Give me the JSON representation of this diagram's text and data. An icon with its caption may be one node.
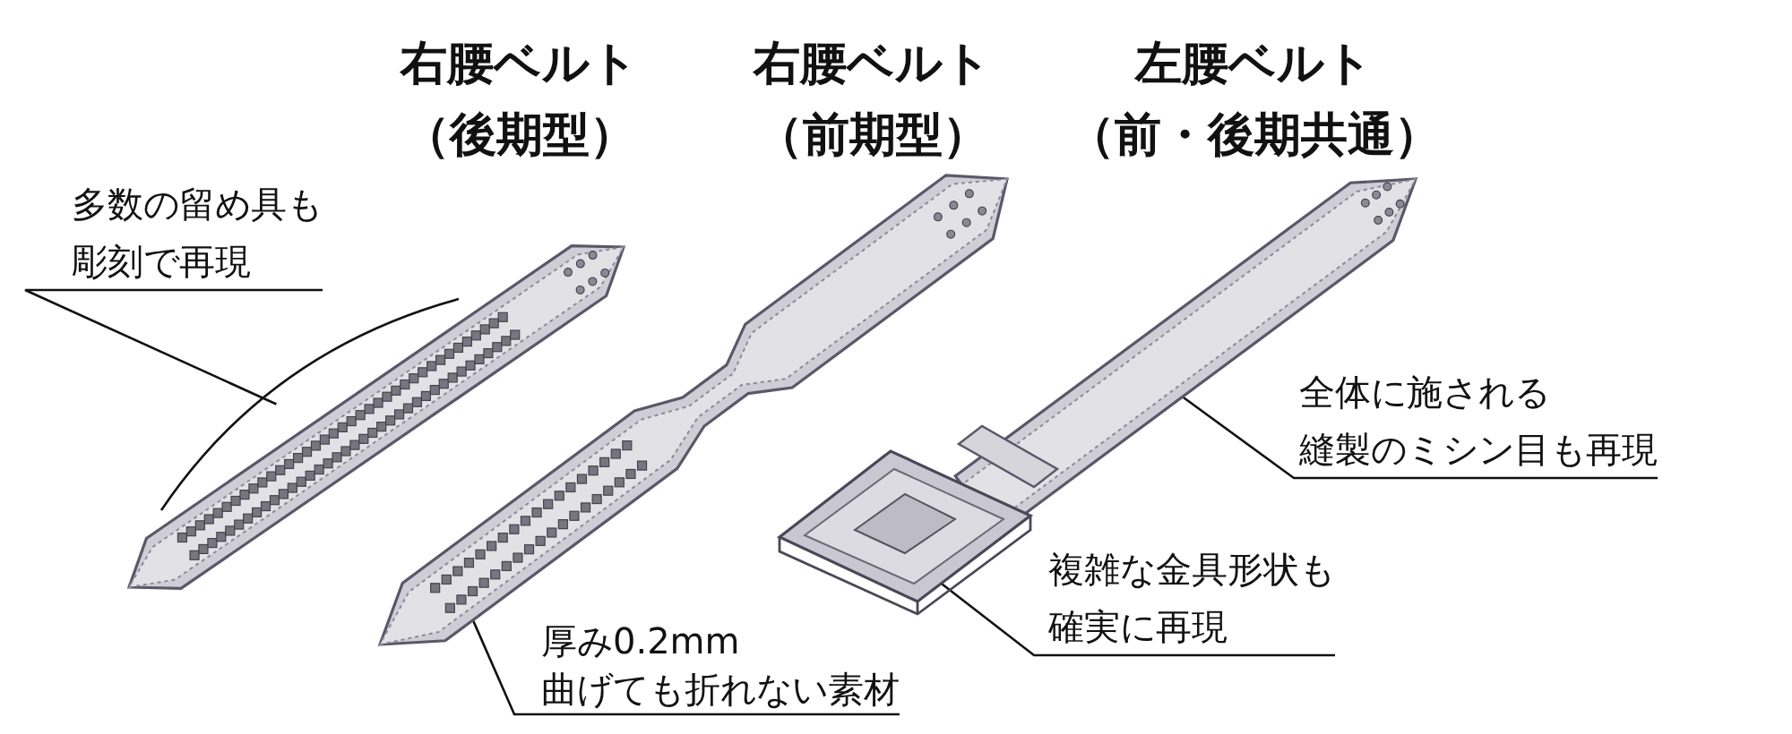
{
  "diagram": {
    "nodes": [
      {
        "text": [],
        "shape": "picture"
      },
      {
        "text": [],
        "shape": "picture"
      },
      {
        "text": [],
        "shape": "picture"
      },
      {
        "text": [
          "多数の留め具も彫刻で再現"
        ]
      },
      {
        "text": [
          "全体に施される縫製のミシン目も再現"
        ]
      },
      {
        "text": [
          "複雑な金具形状も確実に再現"
        ]
      },
      {
        "text": [
          "厚み0.2mm曲げても折れない素材"
        ]
      }
    ],
    "edges": [
      {
        "from": 3,
        "to": 0,
        "arrow": "none"
      },
      {
        "from": 4,
        "to": 2,
        "arrow": "none"
      },
      {
        "from": 5,
        "to": 2,
        "arrow": "none"
      },
      {
        "from": 6,
        "to": 1,
        "arrow": "none"
      }
    ],
    "labels": [
      "右腰ベルト（後期型）",
      "右腰ベルト（前期型）",
      "左腰ベルト（前・後期共通）"
    ]
  }
}
